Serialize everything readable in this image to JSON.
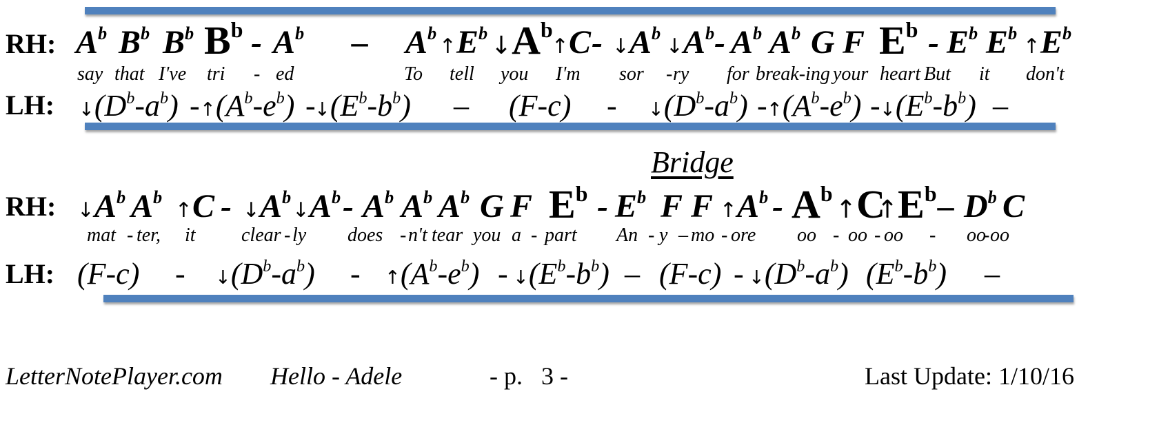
{
  "labels": {
    "rh": "RH:",
    "lh": "LH:"
  },
  "section_title": "Bridge",
  "systems": [
    {
      "rh": [
        {
          "n": "A",
          "acc": "b"
        },
        {
          "n": "B",
          "acc": "b"
        },
        {
          "n": "B",
          "acc": "b"
        },
        {
          "n": "B",
          "acc": "b",
          "big": true
        },
        {
          "n": "-"
        },
        {
          "n": "A",
          "acc": "b"
        },
        {
          "n": "–"
        },
        {
          "n": "A",
          "acc": "b"
        },
        {
          "a": "↑",
          "n": "E",
          "acc": "b"
        },
        {
          "a": "↓",
          "n": "A",
          "acc": "b",
          "big": true
        },
        {
          "a": "↑",
          "n": "C"
        },
        {
          "n": "-"
        },
        {
          "a": "↓",
          "n": "A",
          "acc": "b"
        },
        {
          "a": "↓",
          "n": "A",
          "acc": "b"
        },
        {
          "n": "-"
        },
        {
          "n": "A",
          "acc": "b"
        },
        {
          "n": "A",
          "acc": "b"
        },
        {
          "n": "G"
        },
        {
          "n": "F"
        },
        {
          "n": "E",
          "acc": "b",
          "big": true
        },
        {
          "n": "-"
        },
        {
          "n": "E",
          "acc": "b"
        },
        {
          "n": "E",
          "acc": "b"
        },
        {
          "a": "↑",
          "n": "E",
          "acc": "b"
        }
      ],
      "lyrics": [
        {
          "t": "say"
        },
        {
          "t": "that"
        },
        {
          "t": "I've"
        },
        {
          "t": "tri"
        },
        {
          "t": "-"
        },
        {
          "t": "ed"
        },
        {
          "t": "To"
        },
        {
          "t": "tell"
        },
        {
          "t": "you"
        },
        {
          "t": "I'm"
        },
        {
          "t": "sor"
        },
        {
          "t": "-"
        },
        {
          "t": "ry"
        },
        {
          "t": "for"
        },
        {
          "t": "break-ing"
        },
        {
          "t": "your"
        },
        {
          "t": "heart"
        },
        {
          "t": "But"
        },
        {
          "t": "it"
        },
        {
          "t": "don't"
        }
      ],
      "lh": [
        {
          "a": "↓",
          "t": "(D",
          "s": "b",
          "t2": "-a",
          "s2": "b",
          "t3": ")"
        },
        {
          "t": "-"
        },
        {
          "a": "↑",
          "t": "(A",
          "s": "b",
          "t2": "-e",
          "s2": "b",
          "t3": ")"
        },
        {
          "t": "-"
        },
        {
          "a": "↓",
          "t": "(E",
          "s": "b",
          "t2": "-b",
          "s2": "b",
          "t3": ")"
        },
        {
          "t": "–"
        },
        {
          "t": "(F-c)"
        },
        {
          "t": "-"
        },
        {
          "a": "↓",
          "t": "(D",
          "s": "b",
          "t2": "-a",
          "s2": "b",
          "t3": ")"
        },
        {
          "t": "-"
        },
        {
          "a": "↑",
          "t": "(A",
          "s": "b",
          "t2": "-e",
          "s2": "b",
          "t3": ")"
        },
        {
          "t": "-"
        },
        {
          "a": "↓",
          "t": "(E",
          "s": "b",
          "t2": "-b",
          "s2": "b",
          "t3": ")"
        },
        {
          "t": "–"
        }
      ]
    },
    {
      "rh": [
        {
          "a": "↓",
          "n": "A",
          "acc": "b"
        },
        {
          "n": "A",
          "acc": "b"
        },
        {
          "a": "↑",
          "n": "C"
        },
        {
          "n": "-"
        },
        {
          "a": "↓",
          "n": "A",
          "acc": "b"
        },
        {
          "a": "↓",
          "n": "A",
          "acc": "b"
        },
        {
          "n": "-"
        },
        {
          "n": "A",
          "acc": "b"
        },
        {
          "n": "A",
          "acc": "b"
        },
        {
          "n": "A",
          "acc": "b"
        },
        {
          "n": "G"
        },
        {
          "n": "F"
        },
        {
          "n": "E",
          "acc": "b",
          "big": true
        },
        {
          "n": "-"
        },
        {
          "n": "E",
          "acc": "b"
        },
        {
          "n": "F"
        },
        {
          "n": "F"
        },
        {
          "a": "↑",
          "n": "A",
          "acc": "b"
        },
        {
          "n": "-"
        },
        {
          "n": "A",
          "acc": "b",
          "big": true
        },
        {
          "a": "↑",
          "n": "C",
          "big": true
        },
        {
          "a": "↑",
          "n": "E",
          "acc": "b",
          "big": true
        },
        {
          "n": "–"
        },
        {
          "n": "D",
          "acc": "b"
        },
        {
          "n": "C"
        }
      ],
      "lyrics": [
        {
          "t": "mat"
        },
        {
          "t": "-"
        },
        {
          "t": "ter,"
        },
        {
          "t": "it"
        },
        {
          "t": "clear"
        },
        {
          "t": "-"
        },
        {
          "t": "ly"
        },
        {
          "t": "does"
        },
        {
          "t": "-"
        },
        {
          "t": "n't"
        },
        {
          "t": "tear"
        },
        {
          "t": "you"
        },
        {
          "t": "a"
        },
        {
          "t": "-"
        },
        {
          "t": "part"
        },
        {
          "t": "An"
        },
        {
          "t": "-"
        },
        {
          "t": "y"
        },
        {
          "t": "–"
        },
        {
          "t": "mo"
        },
        {
          "t": "-"
        },
        {
          "t": "ore"
        },
        {
          "t": "oo"
        },
        {
          "t": "-"
        },
        {
          "t": "oo"
        },
        {
          "t": "-"
        },
        {
          "t": "oo"
        },
        {
          "t": "-"
        },
        {
          "t": "oo"
        },
        {
          "t": "-"
        },
        {
          "t": "oo"
        }
      ],
      "lh": [
        {
          "t": "(F-c)"
        },
        {
          "t": "-"
        },
        {
          "a": "↓",
          "t": "(D",
          "s": "b",
          "t2": "-a",
          "s2": "b",
          "t3": ")"
        },
        {
          "t": "-"
        },
        {
          "a": "↑",
          "t": "(A",
          "s": "b",
          "t2": "-e",
          "s2": "b",
          "t3": ")"
        },
        {
          "t": "-"
        },
        {
          "a": "↓",
          "t": "(E",
          "s": "b",
          "t2": "-b",
          "s2": "b",
          "t3": ")"
        },
        {
          "t": "–"
        },
        {
          "t": "(F-c)"
        },
        {
          "t": "-"
        },
        {
          "a": "↓",
          "t": "(D",
          "s": "b",
          "t2": "-a",
          "s2": "b",
          "t3": ")"
        },
        {
          "t": "(E",
          "s": "b",
          "t2": "-b",
          "s2": "b",
          "t3": ")"
        },
        {
          "t": "–"
        }
      ]
    }
  ],
  "footer": {
    "site": "LetterNotePlayer.com",
    "song": "Hello - Adele",
    "page": "- p.   3 -",
    "update": "Last Update: 1/10/16"
  }
}
